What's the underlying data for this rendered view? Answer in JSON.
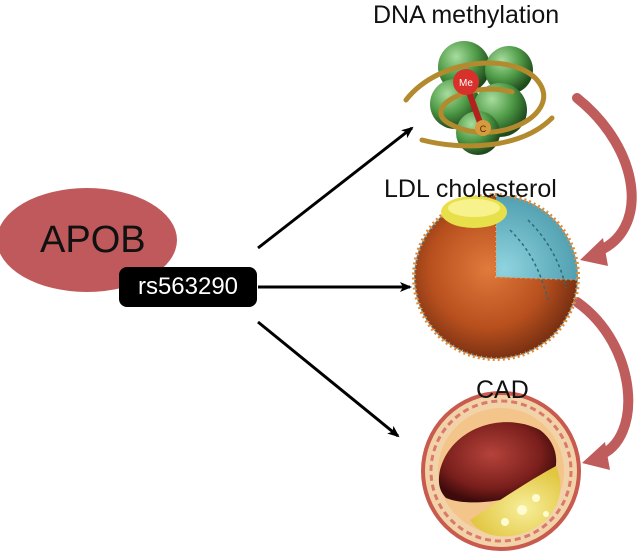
{
  "diagram": {
    "gene": {
      "label": "APOB",
      "fill": "#c0595b"
    },
    "snp": {
      "label": "rs563290",
      "fill": "#000000"
    },
    "nodes": [
      {
        "id": "dna-methylation",
        "label": "DNA methylation"
      },
      {
        "id": "ldl-cholesterol",
        "label": "LDL cholesterol"
      },
      {
        "id": "cad",
        "label": "CAD"
      }
    ],
    "edges": [
      {
        "from": "rs563290",
        "to": "DNA methylation"
      },
      {
        "from": "rs563290",
        "to": "LDL cholesterol"
      },
      {
        "from": "rs563290",
        "to": "CAD"
      },
      {
        "from": "DNA methylation",
        "to": "LDL cholesterol"
      },
      {
        "from": "LDL cholesterol",
        "to": "CAD"
      }
    ],
    "colors": {
      "curved_arrow": "#bf5d5c",
      "straight_arrow": "#000000"
    },
    "methylation_marks": {
      "me": "Me",
      "c": "C"
    }
  }
}
